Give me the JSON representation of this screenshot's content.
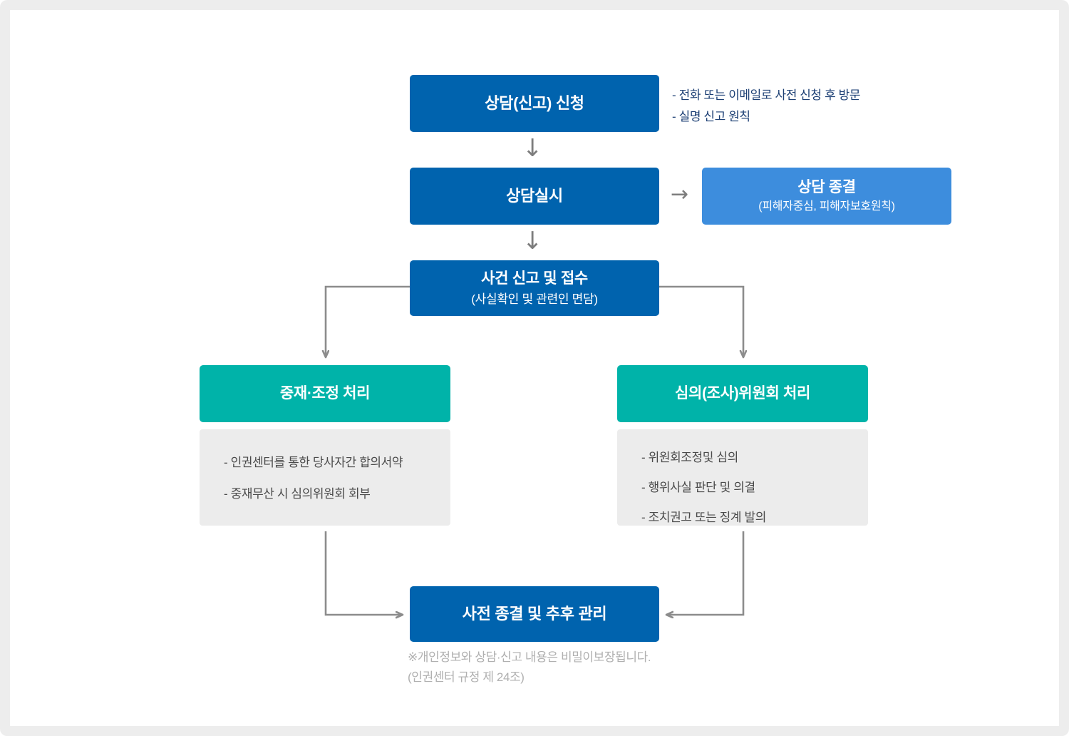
{
  "diagram": {
    "title_hidden": "",
    "colors": {
      "primary_dark_blue": "#0063ae",
      "secondary_light_blue": "#3d8ddd",
      "accent_teal": "#00b3a9",
      "panel_gray": "#ececec",
      "connector_gray": "#8c8c8c",
      "note_navy": "#1c3f74",
      "footnote_gray": "#b0b0b0",
      "frame_gray": "#ededed"
    },
    "nodes": {
      "apply": {
        "title": "상담(신고) 신청"
      },
      "consult": {
        "title": "상담실시"
      },
      "consult_end": {
        "title": "상담 종결",
        "subtitle": "(피해자중심, 피해자보호원칙)"
      },
      "report": {
        "title": "사건 신고 및 접수",
        "subtitle": "(사실확인 및 관련인 면담)"
      },
      "mediation": {
        "title": "중재·조정 처리"
      },
      "committee": {
        "title": "심의(조사)위원회 처리"
      },
      "close": {
        "title": "사전 종결 및 추후 관리"
      }
    },
    "panels": {
      "mediation_items": [
        "- 인권센터를 통한 당사자간 합의서약",
        "- 중재무산 시 심의위원회 회부"
      ],
      "committee_items": [
        "- 위원회조정및 심의",
        "- 행위사실 판단 및 의결",
        "- 조치권고 또는 징계 발의"
      ]
    },
    "notes": {
      "apply_note_lines": [
        "- 전화 또는 이메일로 사전 신청 후 방문",
        "- 실명 신고 원칙"
      ],
      "footnote_lines": [
        "※개인정보와 상담·신고 내용은 비밀이보장됩니다.",
        "(인권센터 규정 제 24조)"
      ]
    },
    "arrows": {
      "down_glyph": "↓",
      "right_glyph": "→"
    }
  }
}
